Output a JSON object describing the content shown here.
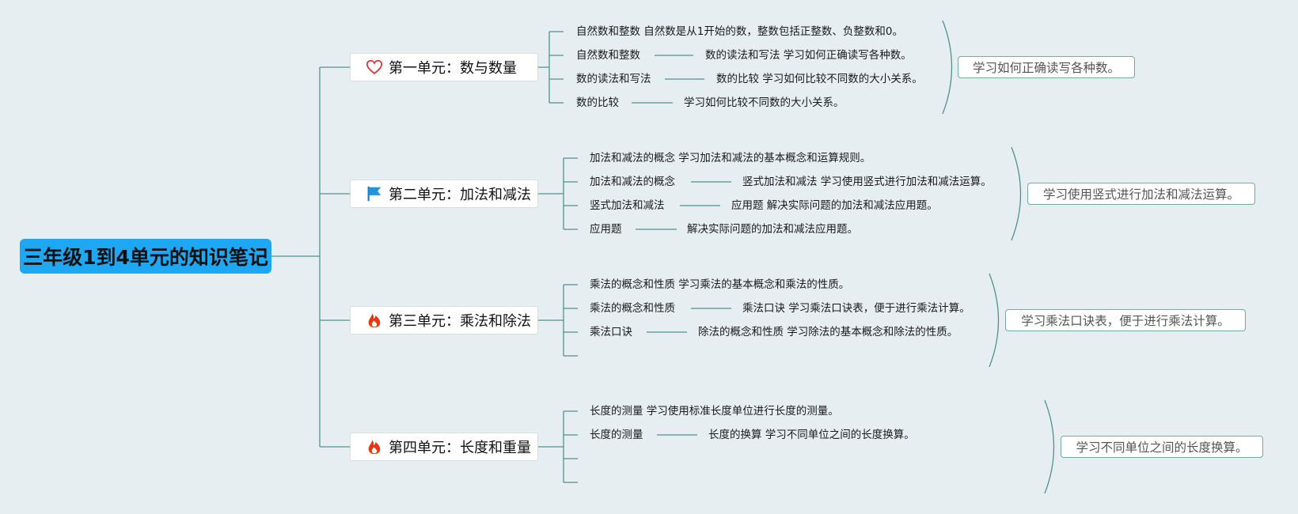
{
  "title": "三年级1到4单元的知识笔记",
  "colors": {
    "background": "#e6eef2",
    "root_fill": "#1ea7f2",
    "connector": "#4f9486",
    "summary_border": "#7aa89d"
  },
  "units": [
    {
      "label": "第一单元：数与数量",
      "icon": "heart-icon",
      "leaves": [
        "自然数和整数 自然数是从1开始的数，整数包括正整数、负整数和0。",
        "自然数和整数",
        "数的读法和写法 学习如何正确读写各种数。",
        "数的读法和写法",
        "数的比较 学习如何比较不同数的大小关系。",
        "数的比较",
        "学习如何比较不同数的大小关系。"
      ],
      "summary": "学习如何正确读写各种数。"
    },
    {
      "label": "第二单元：加法和减法",
      "icon": "flag-icon",
      "leaves": [
        "加法和减法的概念 学习加法和减法的基本概念和运算规则。",
        "加法和减法的概念",
        "竖式加法和减法 学习使用竖式进行加法和减法运算。",
        "竖式加法和减法",
        "应用题 解决实际问题的加法和减法应用题。",
        "应用题",
        "解决实际问题的加法和减法应用题。"
      ],
      "summary": "学习使用竖式进行加法和减法运算。"
    },
    {
      "label": "第三单元：乘法和除法",
      "icon": "fire-icon",
      "leaves": [
        "乘法的概念和性质 学习乘法的基本概念和乘法的性质。",
        "乘法的概念和性质",
        "乘法口诀 学习乘法口诀表，便于进行乘法计算。",
        "乘法口诀",
        "除法的概念和性质 学习除法的基本概念和除法的性质。"
      ],
      "summary": "学习乘法口诀表，便于进行乘法计算。"
    },
    {
      "label": "第四单元：长度和重量",
      "icon": "fire-icon",
      "leaves": [
        "长度的测量 学习使用标准长度单位进行长度的测量。",
        "长度的测量",
        "长度的换算 学习不同单位之间的长度换算。"
      ],
      "summary": "学习不同单位之间的长度换算。"
    }
  ]
}
